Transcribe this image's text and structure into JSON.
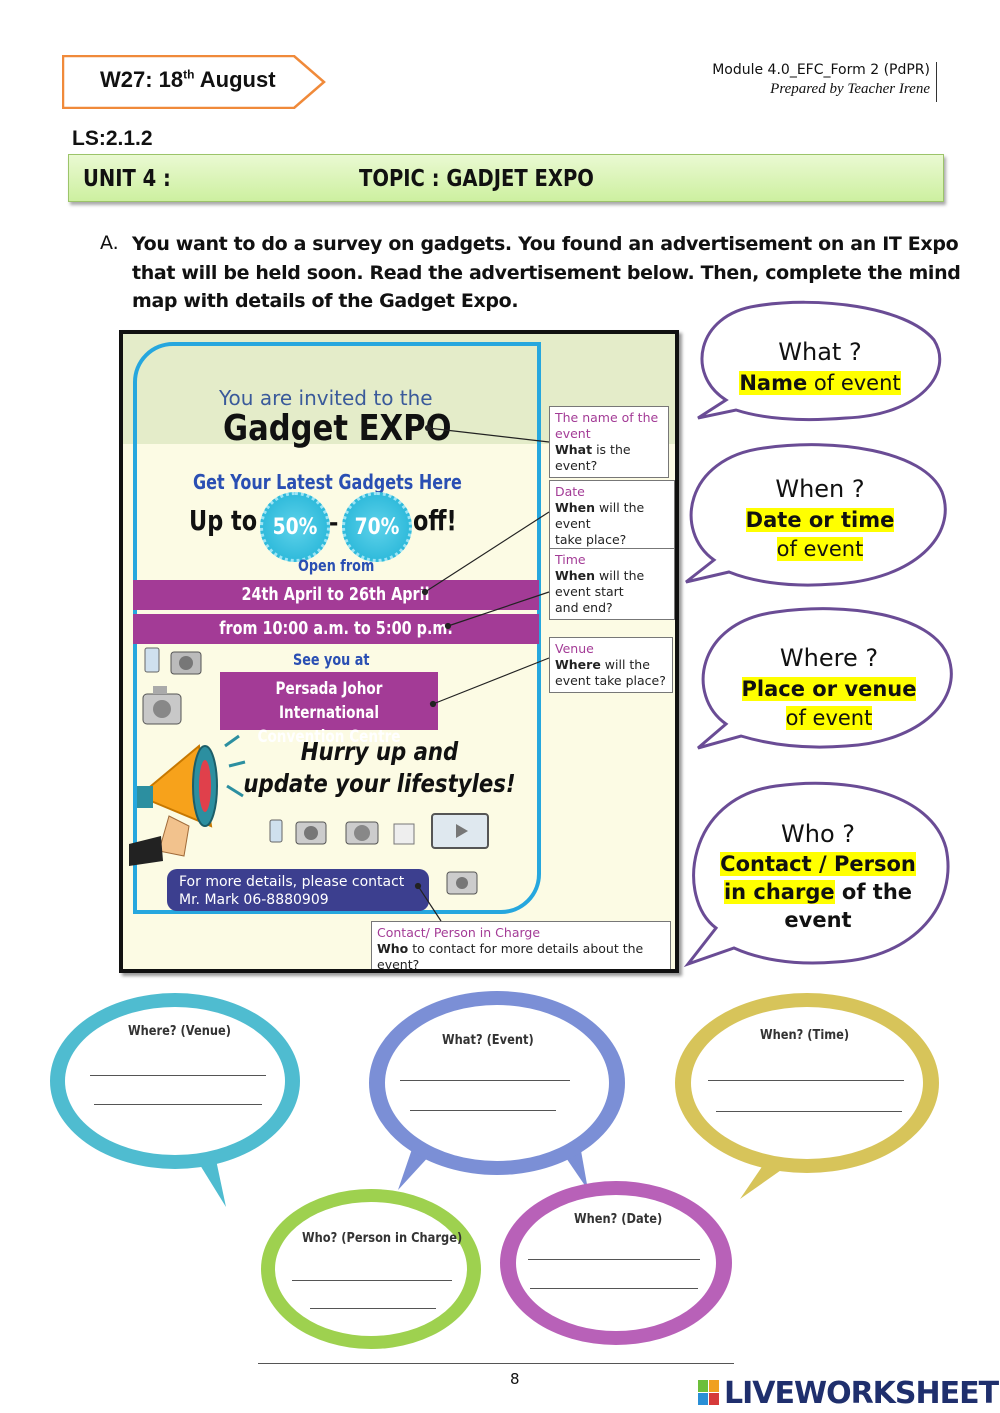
{
  "header": {
    "week_prefix": "W27: 18",
    "week_sup": "th",
    "week_suffix": " August",
    "module": "Module 4.0_EFC_Form 2 (PdPR)",
    "prepared_by": "Prepared by Teacher Irene"
  },
  "ls": "LS:2.1.2",
  "unit": {
    "unit_label": "UNIT 4 :",
    "topic_label": "TOPIC : GADJET EXPO"
  },
  "instruction": {
    "letter": "A.",
    "text": "You want to do a survey on gadgets. You found an advertisement on an IT Expo that will be held soon. Read the advertisement below. Then, complete the mind map with details of the Gadget Expo."
  },
  "poster": {
    "invited": "You are invited to the",
    "title": "Gadget EXPO",
    "latest": "Get Your Latest Gadgets Here",
    "up_to": "Up to",
    "pct1": "50%",
    "dash": "-",
    "pct2": "70%",
    "off": "off!",
    "open_from": "Open from",
    "date_range": "24th April to 26th April",
    "time_range": "from 10:00 a.m. to 5:00 p.m.",
    "see_you": "See you at",
    "venue_line1": "Persada Johor International",
    "venue_line2": "Convention Centre",
    "hurry_line1": "Hurry up and",
    "hurry_line2": "update your lifestyles!",
    "contact_line1": "For more details, please contact",
    "contact_line2": "Mr. Mark 06-8880909"
  },
  "labels": {
    "name_title1": "The name of the",
    "name_title2": "event",
    "name_q_bold": "What",
    "name_q_rest": " is the event?",
    "date_title": "Date",
    "date_q_bold": "When",
    "date_q_rest1": " will the event",
    "date_q_rest2": "take place?",
    "time_title": "Time",
    "time_q_bold": "When",
    "time_q_rest1": " will the",
    "time_q_rest2": "event start",
    "time_q_rest3": "and end?",
    "venue_title": "Venue",
    "venue_q_bold": "Where",
    "venue_q_rest1": " will the",
    "venue_q_rest2": "event take place?",
    "contact_title": "Contact/ Person in Charge",
    "contact_q_bold": "Who",
    "contact_q_rest": " to contact for more details about the event?"
  },
  "bubbles": {
    "what_q": "What ?",
    "what_hl": "Name",
    "what_rest": " of event",
    "when_q": "When ?",
    "when_hl": "Date or time",
    "when_rest": "of event",
    "where_q": "Where ?",
    "where_hl": "Place or venue",
    "where_rest": "of event",
    "who_q": "Who ?",
    "who_hl1": "Contact / Person",
    "who_hl2": "in charge",
    "who_rest1": " of the",
    "who_rest2": "event"
  },
  "mindmap": {
    "where": "Where? (Venue)",
    "what": "What? (Event)",
    "when_time": "When? (Time)",
    "who": "Who? (Person in Charge)",
    "when_date": "When? (Date)",
    "colors": {
      "where": "#4fbcd0",
      "what": "#7b8fd6",
      "when_time": "#d7c45a",
      "who": "#9ed14f",
      "when_date": "#b861b8"
    }
  },
  "footer": {
    "page": "8",
    "brand": "LIVEWORKSHEETS"
  }
}
